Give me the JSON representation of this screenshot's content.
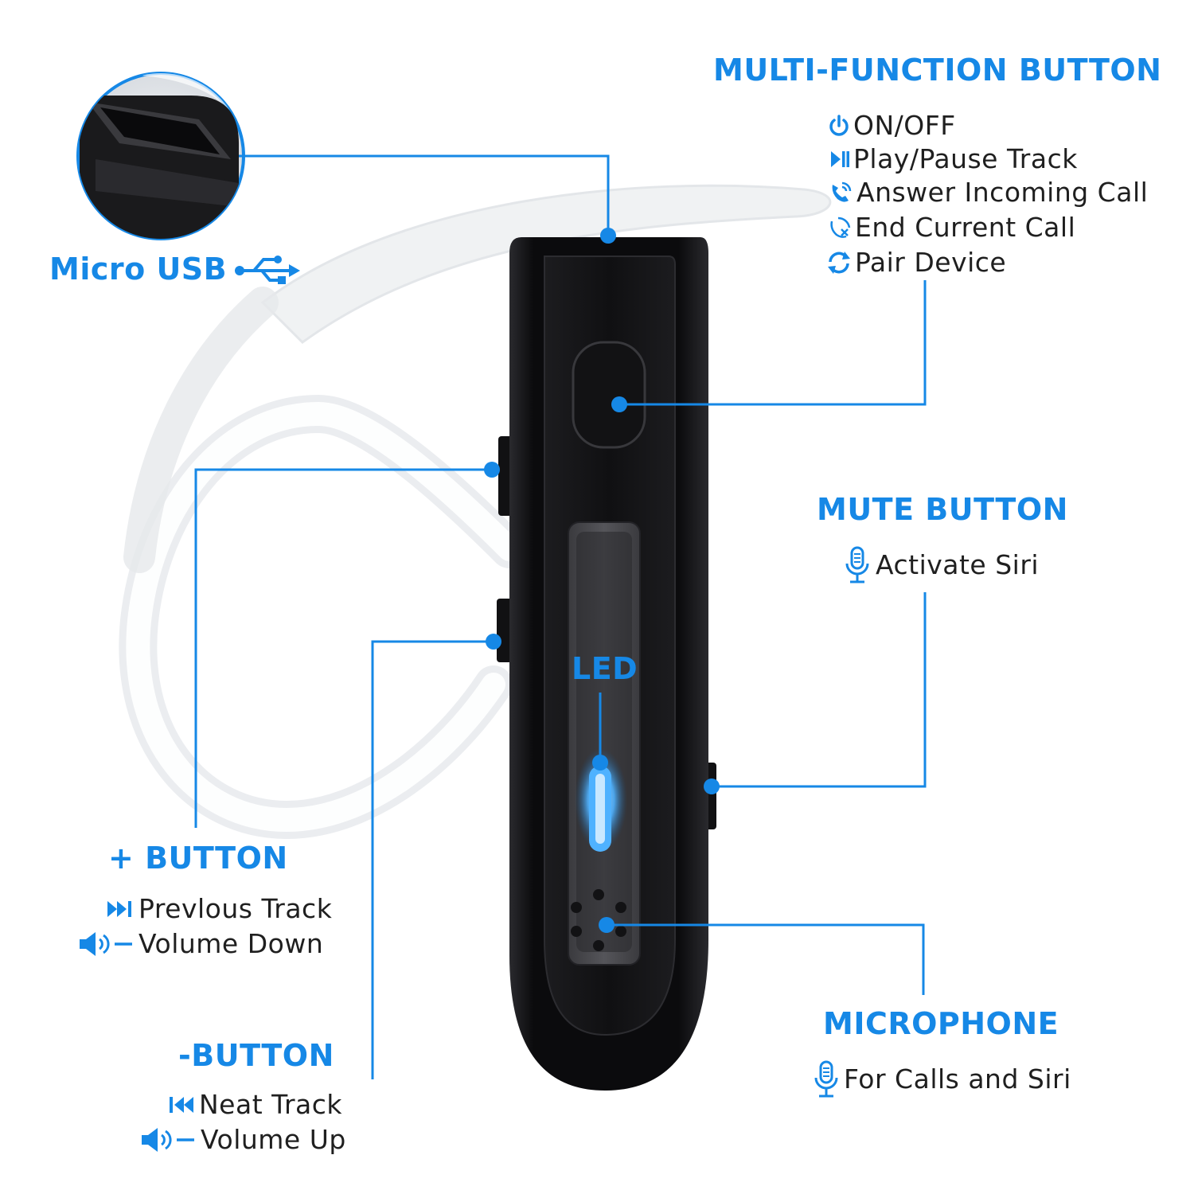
{
  "colors": {
    "accent": "#1688e6",
    "text": "#1f1f1f",
    "device_body": "#0d0d0f",
    "led_glow": "#4fb2ff"
  },
  "micro_usb": {
    "label": "Micro USB",
    "icon": "usb-icon"
  },
  "multi_function": {
    "title": "MULTI-FUNCTION BUTTON",
    "items": [
      {
        "icon": "power-icon",
        "label": "ON/OFF"
      },
      {
        "icon": "play-pause-icon",
        "label": "Play/Pause Track"
      },
      {
        "icon": "phone-incoming-icon",
        "label": "Answer Incoming Call"
      },
      {
        "icon": "phone-end-icon",
        "label": "End Current Call"
      },
      {
        "icon": "sync-icon",
        "label": "Pair Device"
      }
    ]
  },
  "mute": {
    "title": "MUTE BUTTON",
    "items": [
      {
        "icon": "microphone-icon",
        "label": "Activate Siri"
      }
    ]
  },
  "led": {
    "label": "LED"
  },
  "plus_button": {
    "title": "+ BUTTON",
    "items": [
      {
        "icon": "fast-forward-icon",
        "label": "Prevlous Track"
      },
      {
        "icon": "volume-down-icon",
        "label": "Volume Down"
      }
    ]
  },
  "minus_button": {
    "title": "-BUTTON",
    "items": [
      {
        "icon": "rewind-icon",
        "label": "Neat Track"
      },
      {
        "icon": "volume-up-icon",
        "label": "Volume Up"
      }
    ]
  },
  "microphone": {
    "title": "MICROPHONE",
    "items": [
      {
        "icon": "microphone-icon",
        "label": "For Calls and Siri"
      }
    ]
  }
}
